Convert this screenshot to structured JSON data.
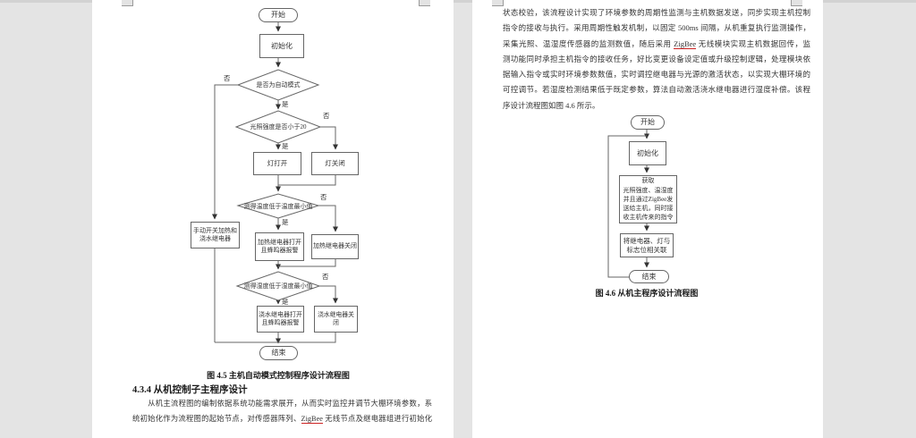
{
  "labels": {
    "yes": "是",
    "no": "否"
  },
  "highlight": {
    "token": "ZigBee",
    "underline_color": "#cc2222"
  },
  "page1": {
    "flowchart": {
      "start": "开始",
      "init": "初始化",
      "d1": "是否为自动模式",
      "d2": "光照强度是否小于20",
      "light_on": "灯打开",
      "light_off": "灯关闭",
      "d3": "测得温度低于温度最小值",
      "heat_on": "加热继电器打开\n且蜂鸣器报警",
      "heat_off": "加热继电器关闭",
      "d4": "测得湿度低于湿度最小值",
      "water_on": "浇水继电器打开\n且蜂鸣器报警",
      "water_off": "浇水继电器关闭",
      "manual": "手动开关加热和\n浇水继电器",
      "end": "结束",
      "caption": "图 4.5  主机自动模式控制程序设计流程图"
    },
    "heading": "4.3.4  从机控制子主程序设计",
    "paragraph": {
      "lines": [
        "　　从机主流程图的编制依据系统功能需求展开，从而实时监控并调节大棚环境参数，系",
        "统初始化作为流程图的起始节点，对传感器阵列、ZigBee 无线节点及继电器组进行初始化"
      ]
    }
  },
  "page2": {
    "paragraph": {
      "lines": [
        "状态校验，该流程设计实现了环境参数的周期性监测与主机数据发送，同步实现主机控制",
        "指令的接收与执行。采用周期性触发机制，以固定 500ms 间隔，从机重复执行监测操作，",
        "采集光照、温湿度传感器的监测数值，随后采用 ZigBee 无线模块实现主机数据回传，监",
        "测功能同时承担主机指令的接收任务，好比变更设备设定值或升级控制逻辑，处理模块依",
        "据输入指令或实时环境参数数值，实时调控继电器与光源的激活状态，以实现大棚环境的",
        "可控调节。若湿度检测结果低于既定参数，算法自动激活浇水继电器进行湿度补偿。该程",
        "序设计流程图如图 4.6 所示。"
      ]
    },
    "flowchart": {
      "start": "开始",
      "init": "初始化",
      "acquire": "获取\n光照强度、温湿度\n并且通过ZigBee发\n送给主机，同时接\n收主机传来的指令",
      "relate": "将继电器、灯与\n标志位相关联",
      "end": "结束",
      "caption": "图 4.6  从机主程序设计流程图"
    }
  }
}
